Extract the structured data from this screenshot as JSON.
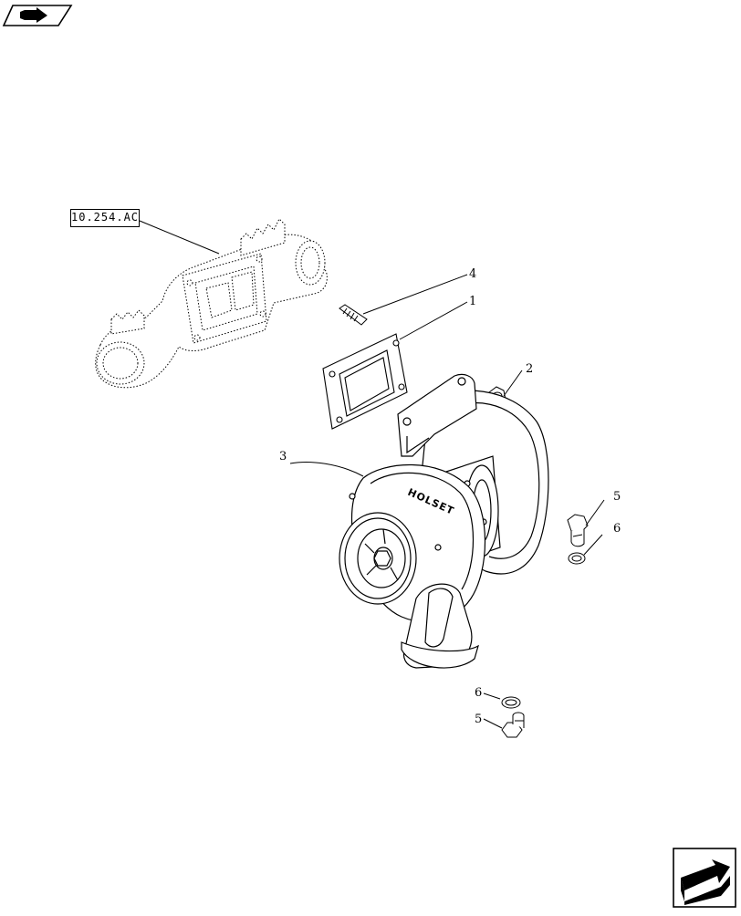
{
  "reference_label": "10.254.AC",
  "callouts": [
    {
      "id": "4",
      "label": "4"
    },
    {
      "id": "1",
      "label": "1"
    },
    {
      "id": "2",
      "label": "2"
    },
    {
      "id": "3",
      "label": "3"
    },
    {
      "id": "5a",
      "label": "5"
    },
    {
      "id": "6a",
      "label": "6"
    },
    {
      "id": "6b",
      "label": "6"
    },
    {
      "id": "5b",
      "label": "5"
    }
  ],
  "turbo_brand": "HOLSET",
  "icons": {
    "top_left": "previous-page-arrow-icon",
    "bottom_right": "next-page-arrow-icon"
  },
  "colors": {
    "ink": "#000000",
    "background": "#ffffff"
  }
}
